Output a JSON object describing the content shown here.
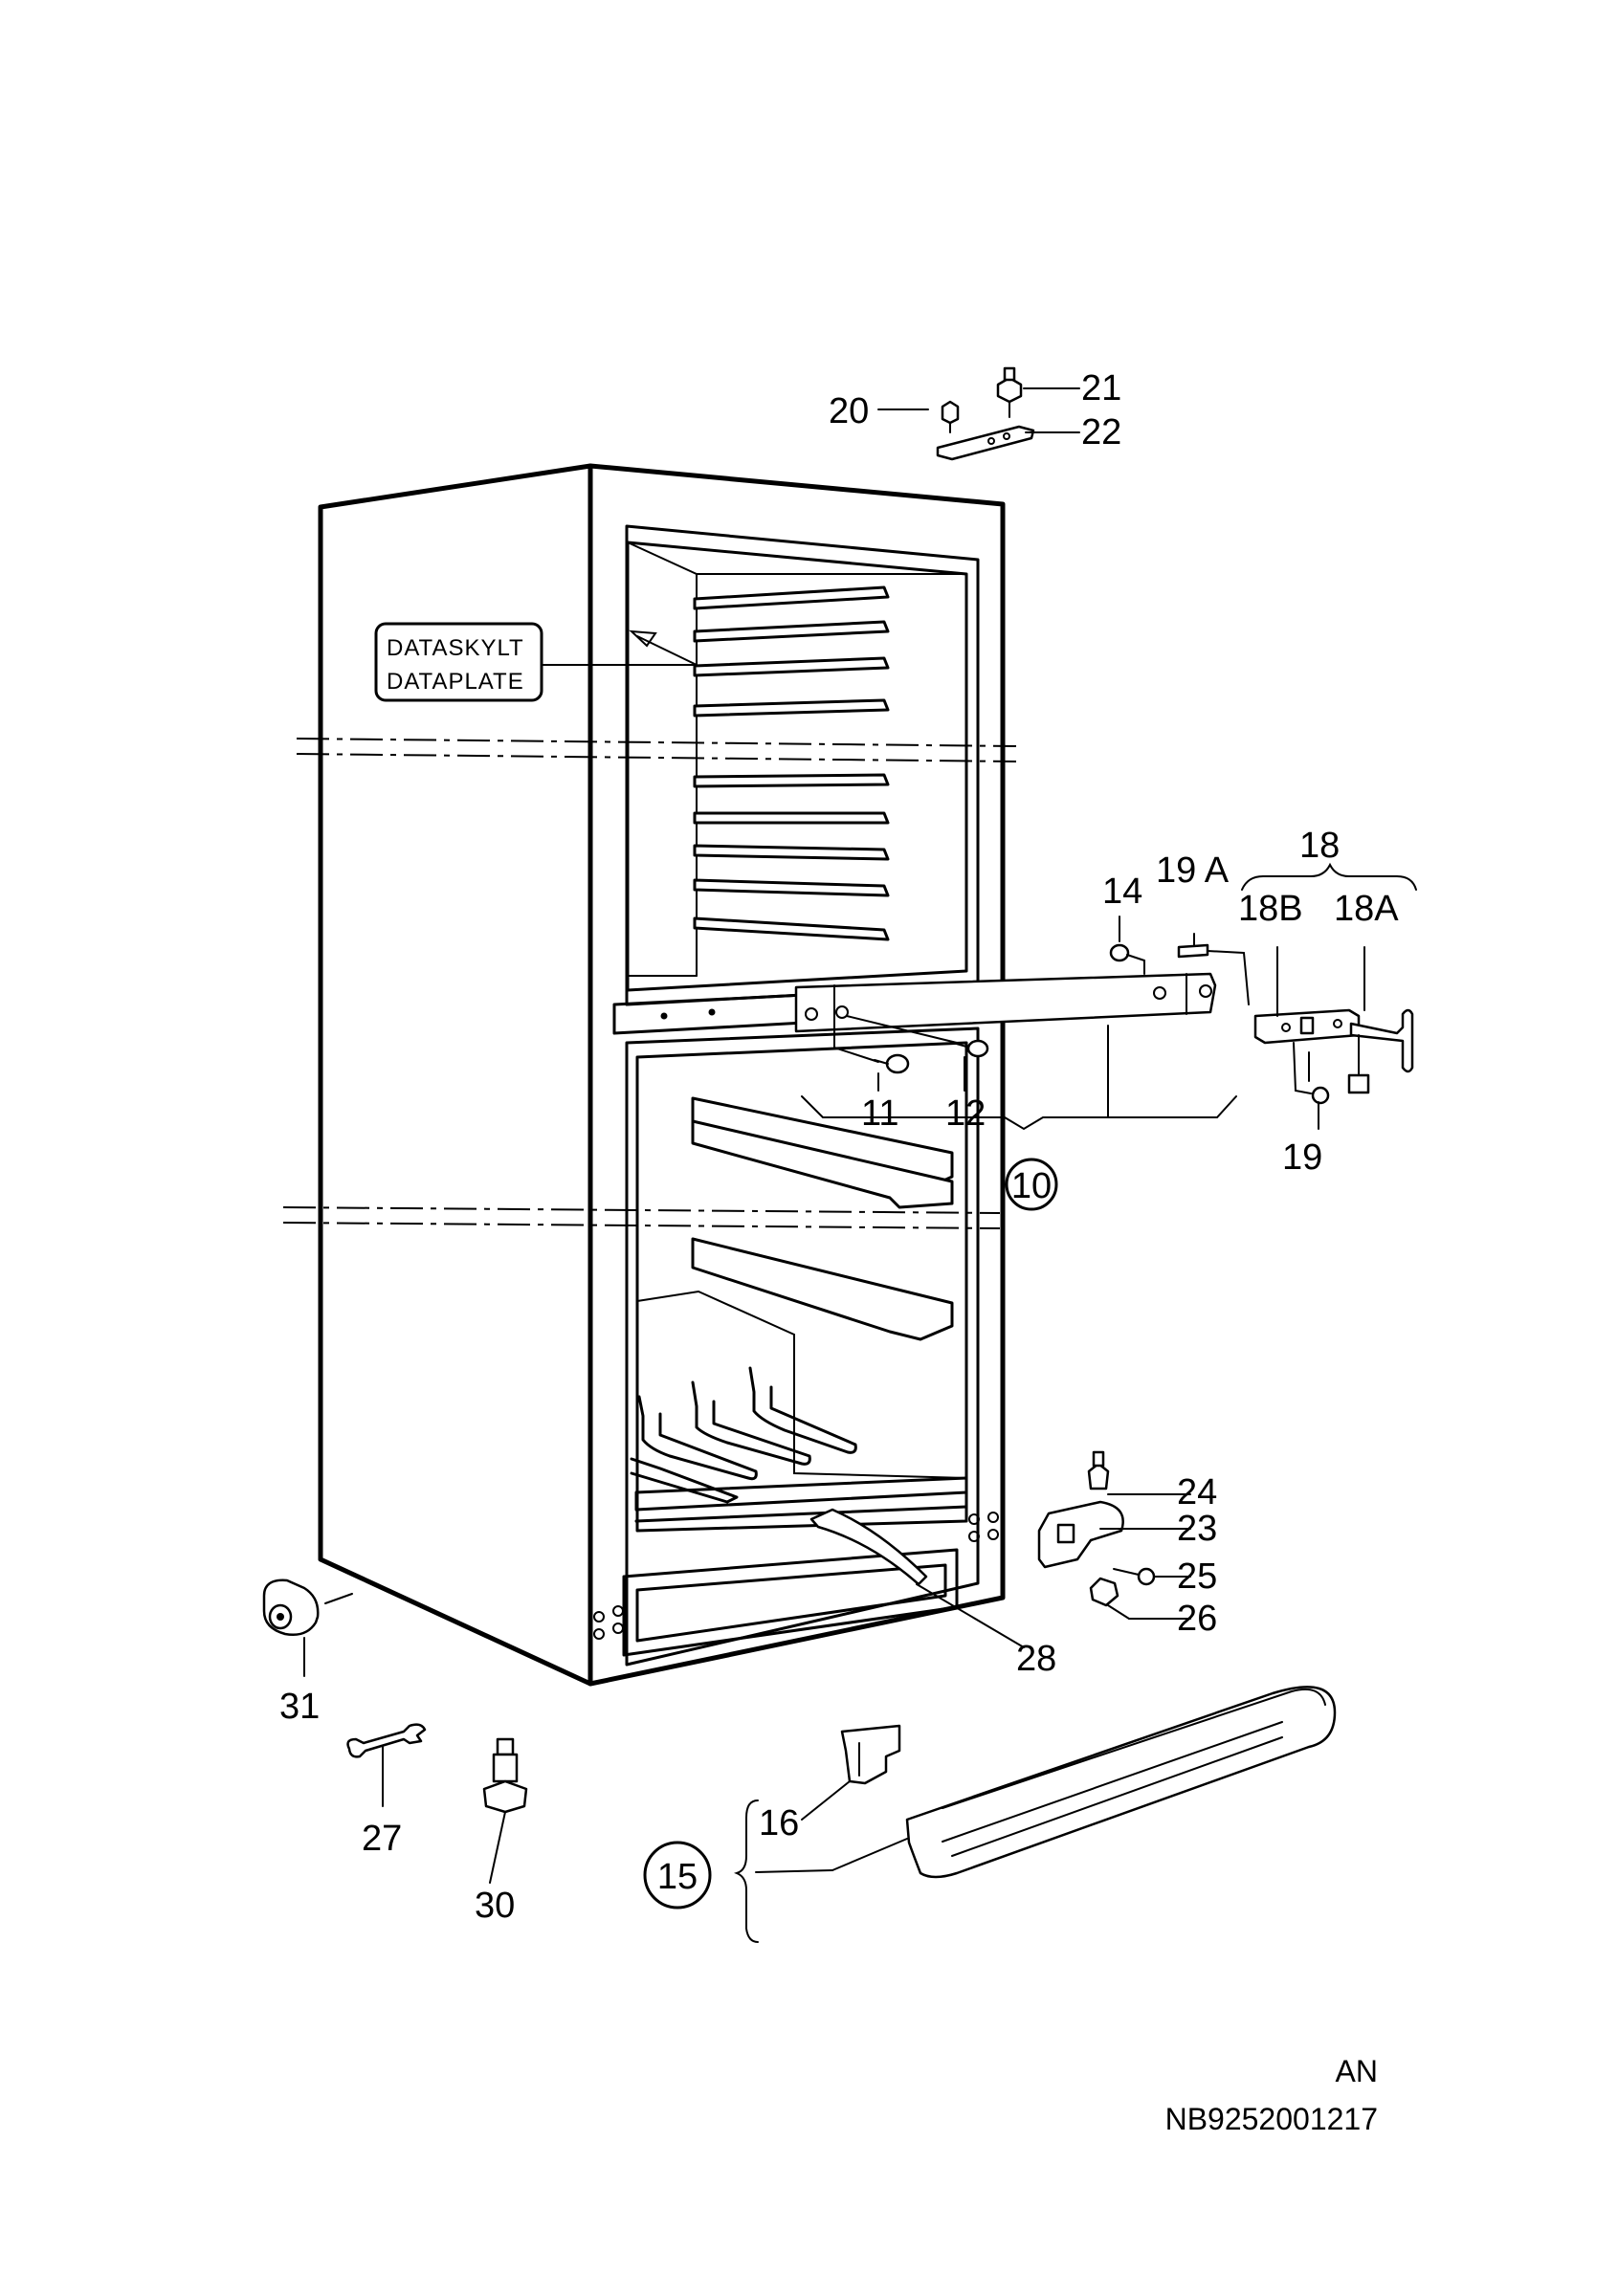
{
  "data_plate": {
    "line1": "DATASKYLT",
    "line2": "DATAPLATE"
  },
  "labels": {
    "p10": "10",
    "p11": "11",
    "p12": "12",
    "p14": "14",
    "p15": "15",
    "p16": "16",
    "p18": "18",
    "p18a": "18A",
    "p18b": "18B",
    "p19": "19",
    "p19a": "19 A",
    "p20": "20",
    "p21": "21",
    "p22": "22",
    "p23": "23",
    "p24": "24",
    "p25": "25",
    "p26": "26",
    "p27": "27",
    "p28": "28",
    "p30": "30",
    "p31": "31"
  },
  "footer": {
    "language": "AN",
    "code": "NB9252001217"
  }
}
